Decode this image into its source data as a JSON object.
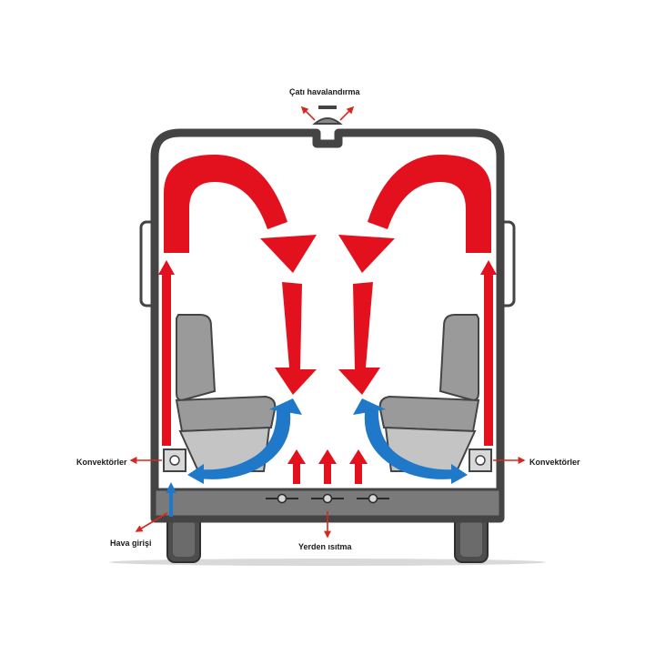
{
  "labels": {
    "roof_vent": "Çatı havalandırma",
    "convectors_left": "Konvektörler",
    "convectors_right": "Konvektörler",
    "air_inlet": "Hava girişi",
    "floor_heating": "Yerden ısıtma"
  },
  "colors": {
    "warm_air": "#e3101e",
    "cool_air": "#1f78c8",
    "annotation": "#d5281f",
    "body_outline": "#444444",
    "seat": "#9a9a9a",
    "tire": "#555555"
  }
}
